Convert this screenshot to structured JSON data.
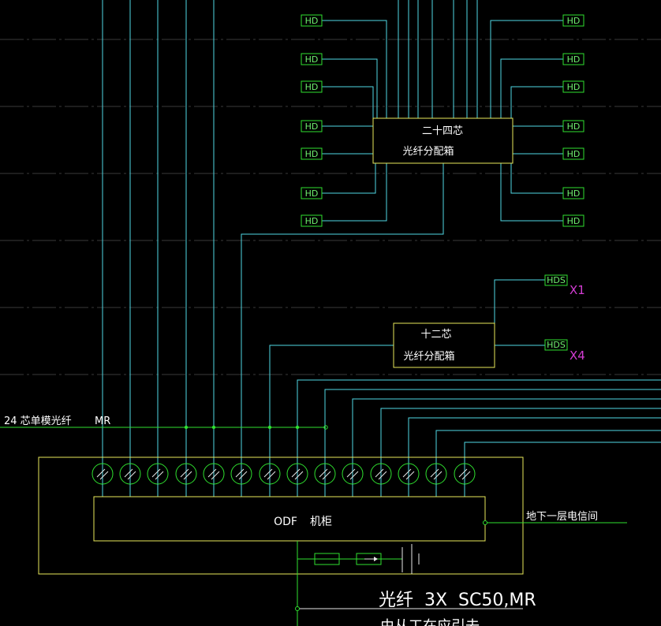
{
  "colors": {
    "background": "#000000",
    "cable": "#4fd8e4",
    "green": "#2fe02f",
    "box": "#e8e85a",
    "text": "#ffffff",
    "tag": "#d23cd2"
  },
  "box24": {
    "line1": "二十四芯",
    "line2": "光纤分配箱"
  },
  "box12": {
    "line1": "十二芯",
    "line2": "光纤分配箱"
  },
  "hd_label": "HD",
  "hds_label": "HDS",
  "tags": {
    "x1": "X1",
    "x4": "X4"
  },
  "backbone": {
    "left": "24 芯单模光纤",
    "right": "MR"
  },
  "odf": {
    "label": "ODF",
    "label2": "机柜"
  },
  "right_exit": "地下一层电信间",
  "bottom_cable": "光纤  3X  SC50,MR",
  "bottom_partial": "由从工在应引去"
}
